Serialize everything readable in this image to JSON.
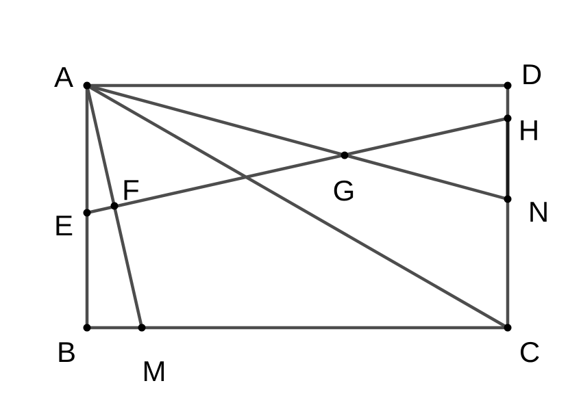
{
  "figure": {
    "stroke_color": "#4d4d4d",
    "highlight_color": "#1a1a1a",
    "point_color": "#000000",
    "points": [
      {
        "id": "A",
        "label": "A"
      },
      {
        "id": "B",
        "label": "B"
      },
      {
        "id": "C",
        "label": "C"
      },
      {
        "id": "D",
        "label": "D"
      },
      {
        "id": "E",
        "label": "E"
      },
      {
        "id": "F",
        "label": "F"
      },
      {
        "id": "G",
        "label": "G"
      },
      {
        "id": "H",
        "label": "H"
      },
      {
        "id": "M",
        "label": "M"
      },
      {
        "id": "N",
        "label": "N"
      }
    ],
    "segments": [
      {
        "from": "A",
        "to": "D"
      },
      {
        "from": "A",
        "to": "B"
      },
      {
        "from": "B",
        "to": "C"
      },
      {
        "from": "D",
        "to": "H"
      },
      {
        "from": "H",
        "to": "N",
        "style": "bold"
      },
      {
        "from": "N",
        "to": "C"
      },
      {
        "from": "A",
        "to": "C"
      },
      {
        "from": "A",
        "to": "M"
      },
      {
        "from": "A",
        "to": "N"
      },
      {
        "from": "E",
        "to": "H"
      }
    ]
  }
}
